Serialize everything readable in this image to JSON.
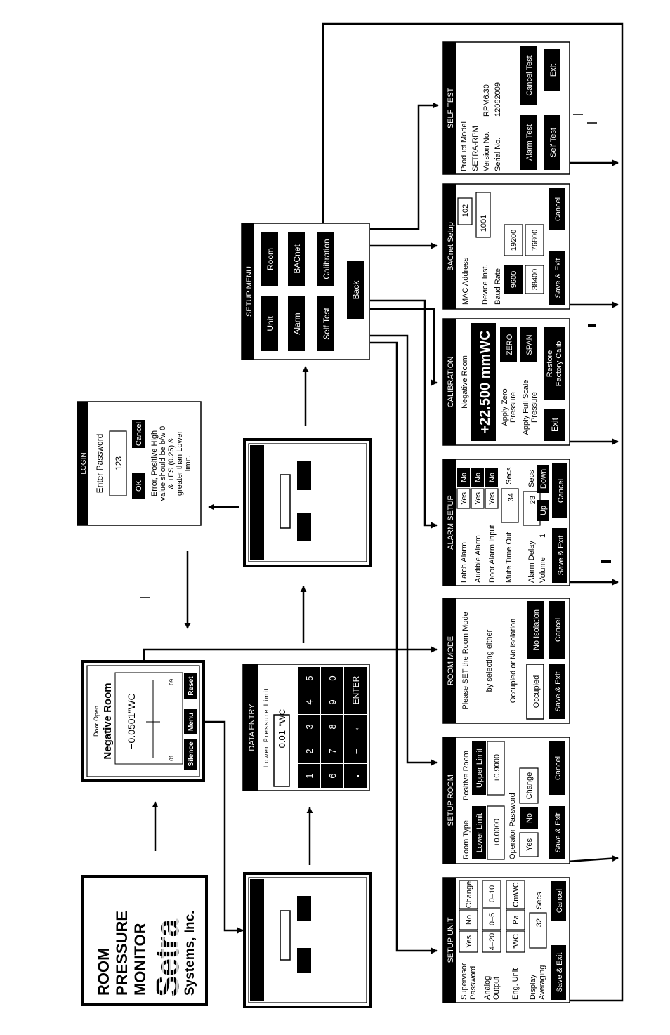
{
  "splash": {
    "title_lines": [
      "ROOM",
      "PRESSURE",
      "MONITOR"
    ],
    "logo": "Setra",
    "company": "Systems, Inc."
  },
  "main_screen": {
    "door_status": "Door Open",
    "room": "Negative Room",
    "reading": "+0.0501\"WC",
    "scale_min": ".01",
    "scale_max": ".09",
    "btn_silence": "Silence",
    "btn_menu": "Menu",
    "btn_reset": "Reset"
  },
  "data_entry": {
    "title": "DATA ENTRY",
    "label": "Lower Pressure Limit",
    "value": "0.01",
    "unit": "\"WC",
    "keys_row1": [
      "1",
      "2",
      "3",
      "4",
      "5"
    ],
    "keys_row2": [
      "6",
      "7",
      "8",
      "9",
      "0"
    ],
    "keys_row3": [
      ".",
      "–",
      "←",
      "ENTER"
    ]
  },
  "login": {
    "title": "LOGIN",
    "prompt": "Enter Password",
    "password": "123",
    "btn_ok": "OK",
    "btn_cancel": "Cancel",
    "error_lines": [
      "Error, Positive High",
      "value should be b/w 0",
      "& +FS (0.25) &",
      "greater than Lower",
      "limit."
    ]
  },
  "setup_menu": {
    "title": "SETUP MENU",
    "btn_unit": "Unit",
    "btn_room": "Room",
    "btn_alarm": "Alarm",
    "btn_bacnet": "BACnet",
    "btn_self_test": "Self Test",
    "btn_calibration": "Calibration",
    "btn_back": "Back"
  },
  "setup_unit": {
    "title": "SETUP UNIT",
    "supervisor_lines": [
      "Supervisor",
      "Password"
    ],
    "yes": "Yes",
    "no": "No",
    "change": "Change",
    "analog_lines": [
      "Analog",
      "Output"
    ],
    "opt_4_20": "4–20",
    "opt_0_5": "0–5",
    "opt_0_10": "0–10",
    "eng_unit": "Eng. Unit",
    "unit_wc": "\"WC",
    "unit_pa": "Pa",
    "unit_cmwc": "CmWC",
    "display_lines": [
      "Display",
      "Averaging"
    ],
    "avg_value": "32",
    "secs": "Secs",
    "save_exit": "Save & Exit",
    "cancel": "Cancel"
  },
  "setup_room": {
    "title": "SETUP ROOM",
    "room_type": "Room Type",
    "positive_room": "Positive Room",
    "lower_limit": "Lower Limit",
    "upper_limit": "Upper Limit",
    "lower_value": "+0.0000",
    "upper_value": "+0.9000",
    "operator_password": "Operator Password",
    "yes": "Yes",
    "no": "No",
    "change": "Change",
    "save_exit": "Save & Exit",
    "cancel": "Cancel"
  },
  "room_mode": {
    "title": "ROOM MODE",
    "line1": "Please SET the Room Mode",
    "line2": "by selecting either",
    "line3": "Occupied or No Isolation",
    "btn_occupied": "Occupied",
    "btn_no_isolation": "No Isolation",
    "save_exit": "Save & Exit",
    "cancel": "Cancel"
  },
  "alarm_setup": {
    "title": "ALARM SETUP",
    "latch_alarm": "Latch Alarm",
    "audible_alarm": "Audible Alarm",
    "door_alarm_input": "Door Alarm Input",
    "yes": "Yes",
    "no": "No",
    "mute_time_out": "Mute Time Out",
    "mute_value": "34",
    "alarm_delay": "Alarm Delay",
    "delay_value": "23",
    "secs": "Secs",
    "volume": "Volume",
    "volume_value": "1",
    "up": "Up",
    "down": "Down",
    "save_exit": "Save & Exit",
    "cancel": "Cancel"
  },
  "calibration": {
    "title": "CALIBRATION",
    "room": "Negative Room",
    "reading": "+22.500 mmWC",
    "zero_lines": [
      "Apply Zero",
      "Pressure"
    ],
    "btn_zero": "ZERO",
    "span_lines": [
      "Apply Full Scale",
      "Pressure"
    ],
    "btn_span": "SPAN",
    "btn_exit": "Exit",
    "restore_lines": [
      "Restore",
      "Factory Calib"
    ]
  },
  "bacnet": {
    "title": "BACnet Setup",
    "mac_address": "MAC Address",
    "mac_value": "102",
    "device_inst": "Device Inst.",
    "device_value": "1001",
    "baud_rate": "Baud Rate",
    "baud_9600": "9600",
    "baud_19200": "19200",
    "baud_38400": "38400",
    "baud_76800": "76800",
    "save_exit": "Save & Exit",
    "cancel": "Cancel"
  },
  "self_test": {
    "title": "SELF TEST",
    "product_model": "Product Model",
    "model_value": "SETRA-RPM",
    "version_label": "Version No.",
    "version_value": "RPM6.30",
    "serial_label": "Serial No.",
    "serial_value": "12062009",
    "btn_alarm_test": "Alarm Test",
    "btn_cancel_test": "Cancel Test",
    "btn_self_test": "Self Test",
    "btn_exit": "Exit"
  },
  "colors": {
    "ink": "#000000",
    "paper": "#ffffff"
  }
}
